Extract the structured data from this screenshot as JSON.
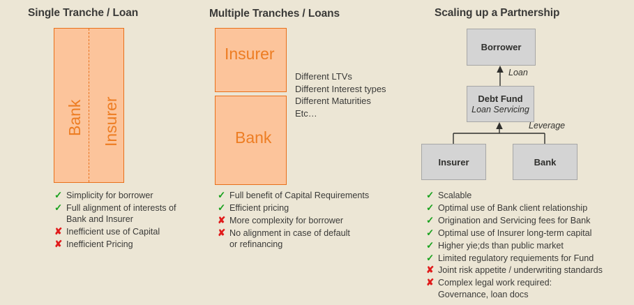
{
  "page": {
    "background_color": "#ece6d5",
    "accent_orange": "#ed7d23",
    "box_fill_orange": "#fcc49b",
    "box_fill_grey": "#d4d4d4",
    "check_color": "#17a11c",
    "cross_color": "#e01a1a"
  },
  "columns": [
    {
      "title": "Single Tranche / Loan",
      "diagram": {
        "type": "split-block",
        "segments": [
          "Bank",
          "Insurer"
        ]
      },
      "bullets": [
        {
          "mark": "check",
          "glyph": "✓",
          "text": "Simplicity for borrower"
        },
        {
          "mark": "check",
          "glyph": "✓",
          "text": "Full alignment of interests of\nBank and Insurer"
        },
        {
          "mark": "cross",
          "glyph": "✘",
          "text": "Inefficient use of Capital"
        },
        {
          "mark": "cross",
          "glyph": "✘",
          "text": "Inefficient Pricing"
        }
      ]
    },
    {
      "title": "Multiple Tranches / Loans",
      "diagram": {
        "type": "stacked-blocks",
        "blocks": [
          "Insurer",
          "Bank"
        ],
        "notes": [
          "Different LTVs",
          "Different Interest types",
          "Different Maturities",
          "Etc…"
        ]
      },
      "bullets": [
        {
          "mark": "check",
          "glyph": "✓",
          "text": "Full benefit of Capital Requirements"
        },
        {
          "mark": "check",
          "glyph": "✓",
          "text": "Efficient pricing"
        },
        {
          "mark": "cross",
          "glyph": "✘",
          "text": "More complexity for borrower"
        },
        {
          "mark": "cross",
          "glyph": "✘",
          "text": "No alignment in case of default\nor refinancing"
        }
      ]
    },
    {
      "title": "Scaling up a Partnership",
      "diagram": {
        "type": "flow-chart",
        "nodes": [
          {
            "id": "borrower",
            "label": "Borrower",
            "sublabel": ""
          },
          {
            "id": "debt-fund",
            "label": "Debt Fund",
            "sublabel": "Loan Servicing"
          },
          {
            "id": "insurer",
            "label": "Insurer",
            "sublabel": ""
          },
          {
            "id": "bank",
            "label": "Bank",
            "sublabel": ""
          }
        ],
        "edges": [
          {
            "from": "debt-fund",
            "to": "borrower",
            "label": "Loan"
          },
          {
            "from": "insurer",
            "to": "debt-fund",
            "label": "Leverage"
          },
          {
            "from": "bank",
            "to": "debt-fund",
            "label": ""
          }
        ]
      },
      "bullets": [
        {
          "mark": "check",
          "glyph": "✓",
          "text": "Scalable"
        },
        {
          "mark": "check",
          "glyph": "✓",
          "text": "Optimal use of Bank client relationship"
        },
        {
          "mark": "check",
          "glyph": "✓",
          "text": "Origination and Servicing fees for Bank"
        },
        {
          "mark": "check",
          "glyph": "✓",
          "text": "Optimal use of Insurer long-term capital"
        },
        {
          "mark": "check",
          "glyph": "✓",
          "text": "Higher yie;ds than public market"
        },
        {
          "mark": "check",
          "glyph": "✓",
          "text": "Limited regulatory requiements for Fund"
        },
        {
          "mark": "cross",
          "glyph": "✘",
          "text": "Joint risk appetite / underwriting standards"
        },
        {
          "mark": "cross",
          "glyph": "✘",
          "text": "Complex legal work required:\nGovernance, loan docs"
        }
      ]
    }
  ]
}
